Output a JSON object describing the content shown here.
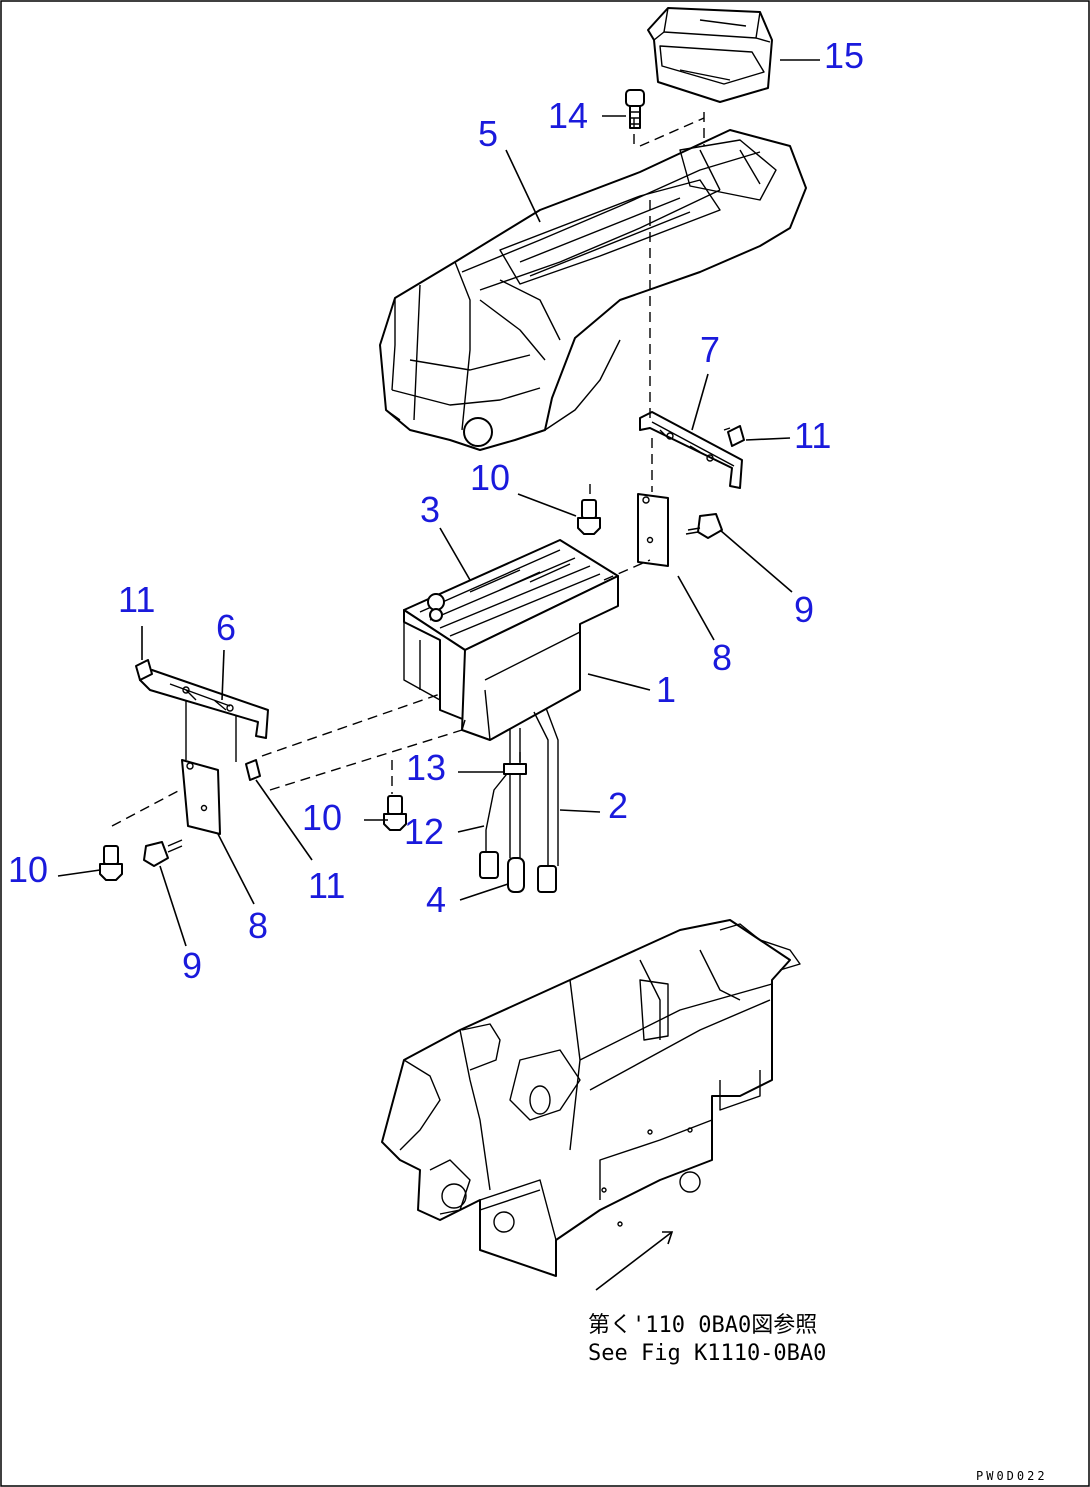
{
  "callouts": [
    {
      "id": "c15",
      "text": "15"
    },
    {
      "id": "c14",
      "text": "14"
    },
    {
      "id": "c5",
      "text": "5"
    },
    {
      "id": "c7",
      "text": "7"
    },
    {
      "id": "c11a",
      "text": "11"
    },
    {
      "id": "c10a",
      "text": "10"
    },
    {
      "id": "c3",
      "text": "3"
    },
    {
      "id": "c9a",
      "text": "9"
    },
    {
      "id": "c11b",
      "text": "11"
    },
    {
      "id": "c6",
      "text": "6"
    },
    {
      "id": "c8a",
      "text": "8"
    },
    {
      "id": "c1",
      "text": "1"
    },
    {
      "id": "c13",
      "text": "13"
    },
    {
      "id": "c2",
      "text": "2"
    },
    {
      "id": "c10b",
      "text": "10"
    },
    {
      "id": "c12",
      "text": "12"
    },
    {
      "id": "c10c",
      "text": "10"
    },
    {
      "id": "c11c",
      "text": "11"
    },
    {
      "id": "c4",
      "text": "4"
    },
    {
      "id": "c8b",
      "text": "8"
    },
    {
      "id": "c9b",
      "text": "9"
    }
  ],
  "reference": {
    "line1": "第く'110 0BA0図参照",
    "line2": "See Fig K1110-0BA0"
  },
  "drawing_code": "PW0D022",
  "colors": {
    "callout": "#1a1adc",
    "line": "#000000",
    "background": "#ffffff"
  }
}
